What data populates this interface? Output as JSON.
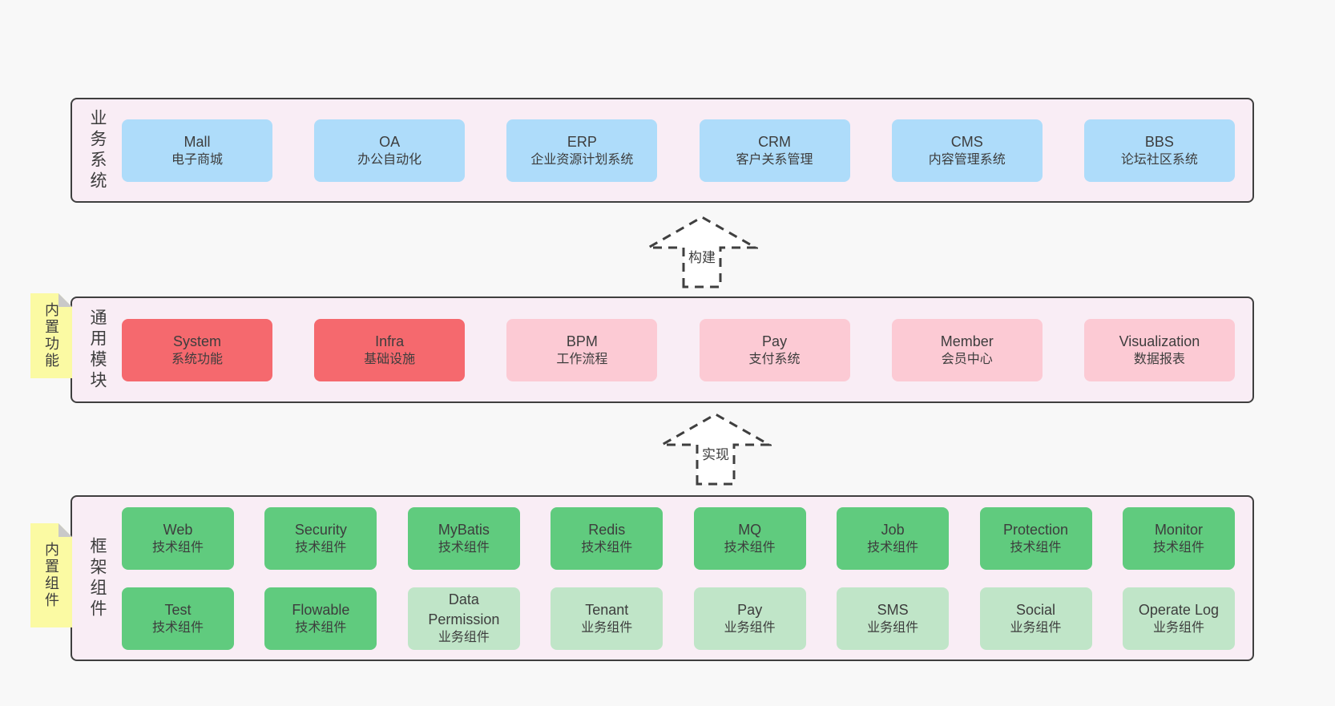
{
  "colors": {
    "page_background": "#f8f8f8",
    "layer_background": "#f9edf5",
    "layer_border": "#3f3f3f",
    "box_blue": "#aedcfa",
    "box_red": "#f5696e",
    "box_pink": "#fccad4",
    "box_green": "#60cb7e",
    "box_green_light": "#c0e5c8",
    "sticky_yellow": "#fbfaa3",
    "sticky_fold": "#c9c9c9",
    "text": "#3d3d3d"
  },
  "layers": {
    "business": {
      "label": "业务系统",
      "boxes": [
        {
          "name": "Mall",
          "desc": "电子商城"
        },
        {
          "name": "OA",
          "desc": "办公自动化"
        },
        {
          "name": "ERP",
          "desc": "企业资源计划系统"
        },
        {
          "name": "CRM",
          "desc": "客户关系管理"
        },
        {
          "name": "CMS",
          "desc": "内容管理系统"
        },
        {
          "name": "BBS",
          "desc": "论坛社区系统"
        }
      ]
    },
    "modules": {
      "sticky": "内置功能",
      "label": "通用模块",
      "boxes": [
        {
          "name": "System",
          "desc": "系统功能"
        },
        {
          "name": "Infra",
          "desc": "基础设施"
        },
        {
          "name": "BPM",
          "desc": "工作流程"
        },
        {
          "name": "Pay",
          "desc": "支付系统"
        },
        {
          "name": "Member",
          "desc": "会员中心"
        },
        {
          "name": "Visualization",
          "desc": "数据报表"
        }
      ]
    },
    "components": {
      "sticky": "内置组件",
      "label": "框架组件",
      "row1": [
        {
          "name": "Web",
          "desc": "技术组件"
        },
        {
          "name": "Security",
          "desc": "技术组件"
        },
        {
          "name": "MyBatis",
          "desc": "技术组件"
        },
        {
          "name": "Redis",
          "desc": "技术组件"
        },
        {
          "name": "MQ",
          "desc": "技术组件"
        },
        {
          "name": "Job",
          "desc": "技术组件"
        },
        {
          "name": "Protection",
          "desc": "技术组件"
        },
        {
          "name": "Monitor",
          "desc": "技术组件"
        }
      ],
      "row2": [
        {
          "name": "Test",
          "desc": "技术组件"
        },
        {
          "name": "Flowable",
          "desc": "技术组件"
        },
        {
          "name": "Data Permission",
          "desc": "业务组件"
        },
        {
          "name": "Tenant",
          "desc": "业务组件"
        },
        {
          "name": "Pay",
          "desc": "业务组件"
        },
        {
          "name": "SMS",
          "desc": "业务组件"
        },
        {
          "name": "Social",
          "desc": "业务组件"
        },
        {
          "name": "Operate Log",
          "desc": "业务组件"
        }
      ]
    }
  },
  "arrows": {
    "build": "构建",
    "implement": "实现"
  }
}
